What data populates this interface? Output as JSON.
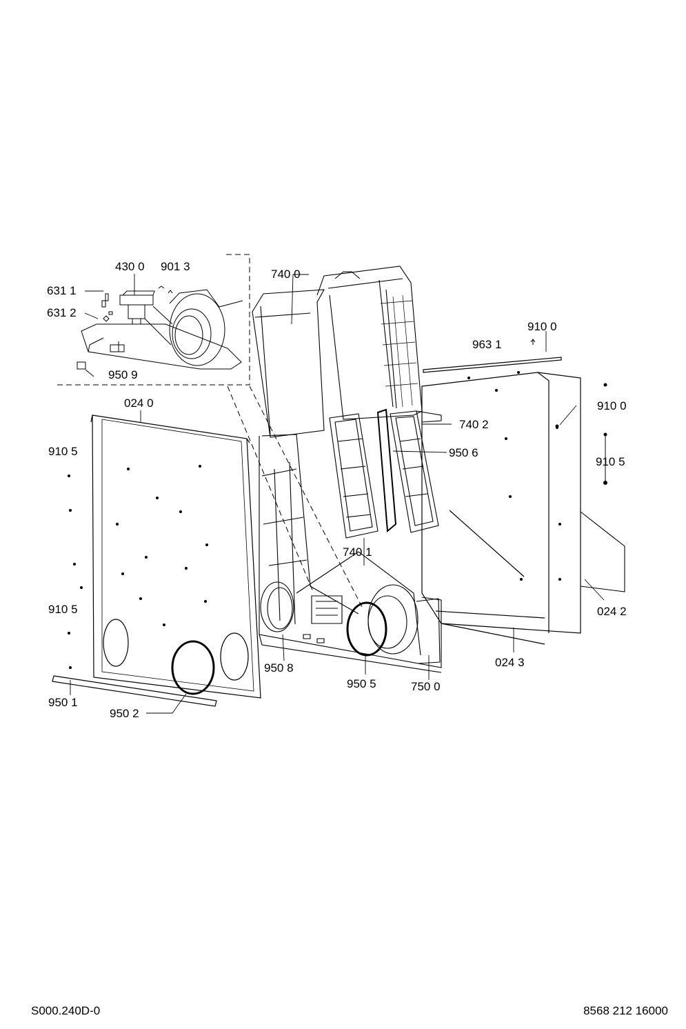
{
  "labels": {
    "l4300": "430 0",
    "l9013": "901 3",
    "l6311": "631 1",
    "l6312": "631 2",
    "l9509": "950 9",
    "l7400": "740 0",
    "l9631": "963 1",
    "l9100a": "910 0",
    "l9100b": "910 0",
    "l0240": "024 0",
    "l9105a": "910 5",
    "l7402": "740 2",
    "l9506": "950 6",
    "l9105c": "910 5",
    "l7401": "740 1",
    "l9105b": "910 5",
    "l0242": "024 2",
    "l9508": "950 8",
    "l9505": "950 5",
    "l7500": "750 0",
    "l0243": "024 3",
    "l9501": "950 1",
    "l9502": "950 2"
  },
  "footer": {
    "left": "S000.240D-0",
    "right": "8568 212 16000"
  }
}
